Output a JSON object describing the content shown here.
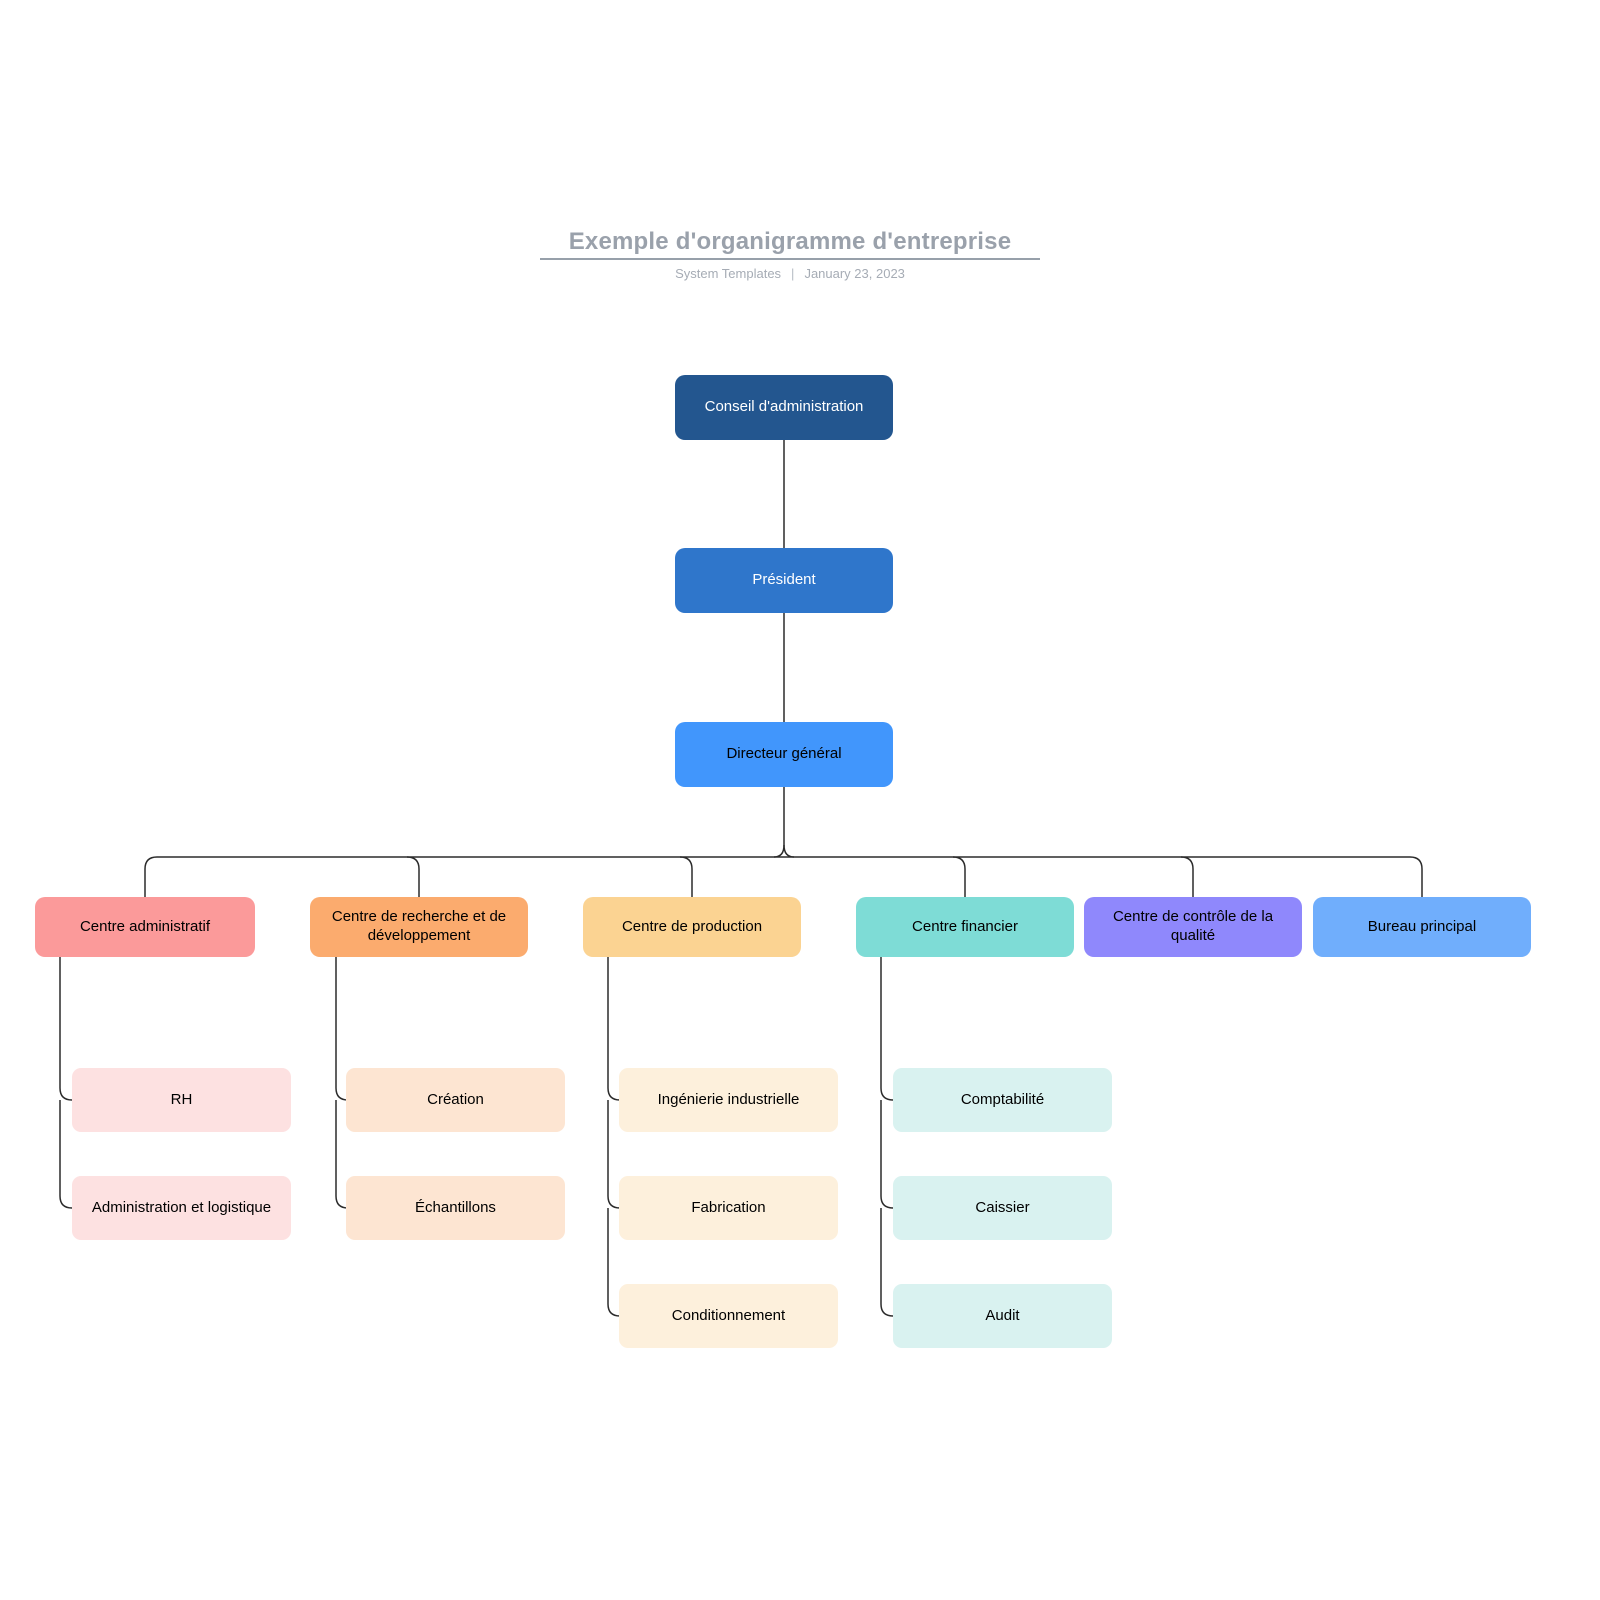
{
  "header": {
    "title": "Exemple d'organigramme d'entreprise",
    "byline": "System Templates",
    "separator": "|",
    "date": "January 23, 2023"
  },
  "colors": {
    "board_blue": "#23568f",
    "president_blue": "#2f76cb",
    "director_blue": "#4196fc",
    "admin_salmon": "#fb9a9a",
    "research_orange": "#fbab6e",
    "production_amber": "#fbd392",
    "finance_teal": "#7edcd6",
    "quality_purple": "#8f88fc",
    "office_blue": "#70aefc",
    "admin_leaf_pink": "#fde1e1",
    "research_leaf_peach": "#fde5d2",
    "production_leaf_cream": "#fdf0dc",
    "finance_leaf_mint": "#d9f2f0",
    "connector_line": "#2b2b2b",
    "title_gray": "#9aa1ab"
  },
  "nodes": {
    "conseil": {
      "label": "Conseil d'administration"
    },
    "president": {
      "label": "Président"
    },
    "directeur": {
      "label": "Directeur général"
    },
    "admin": {
      "label": "Centre administratif"
    },
    "recherche": {
      "label": "Centre de recherche et de développement"
    },
    "production": {
      "label": "Centre de production"
    },
    "financier": {
      "label": "Centre financier"
    },
    "qualite": {
      "label": "Centre de contrôle de la qualité"
    },
    "bureau": {
      "label": "Bureau principal"
    },
    "rh": {
      "label": "RH"
    },
    "adminlog": {
      "label": "Administration et logistique"
    },
    "creation": {
      "label": "Création"
    },
    "echantillons": {
      "label": "Échantillons"
    },
    "ingenierie": {
      "label": "Ingénierie industrielle"
    },
    "fabrication": {
      "label": "Fabrication"
    },
    "conditionnement": {
      "label": "Conditionnement"
    },
    "comptabilite": {
      "label": "Comptabilité"
    },
    "caissier": {
      "label": "Caissier"
    },
    "audit": {
      "label": "Audit"
    }
  }
}
